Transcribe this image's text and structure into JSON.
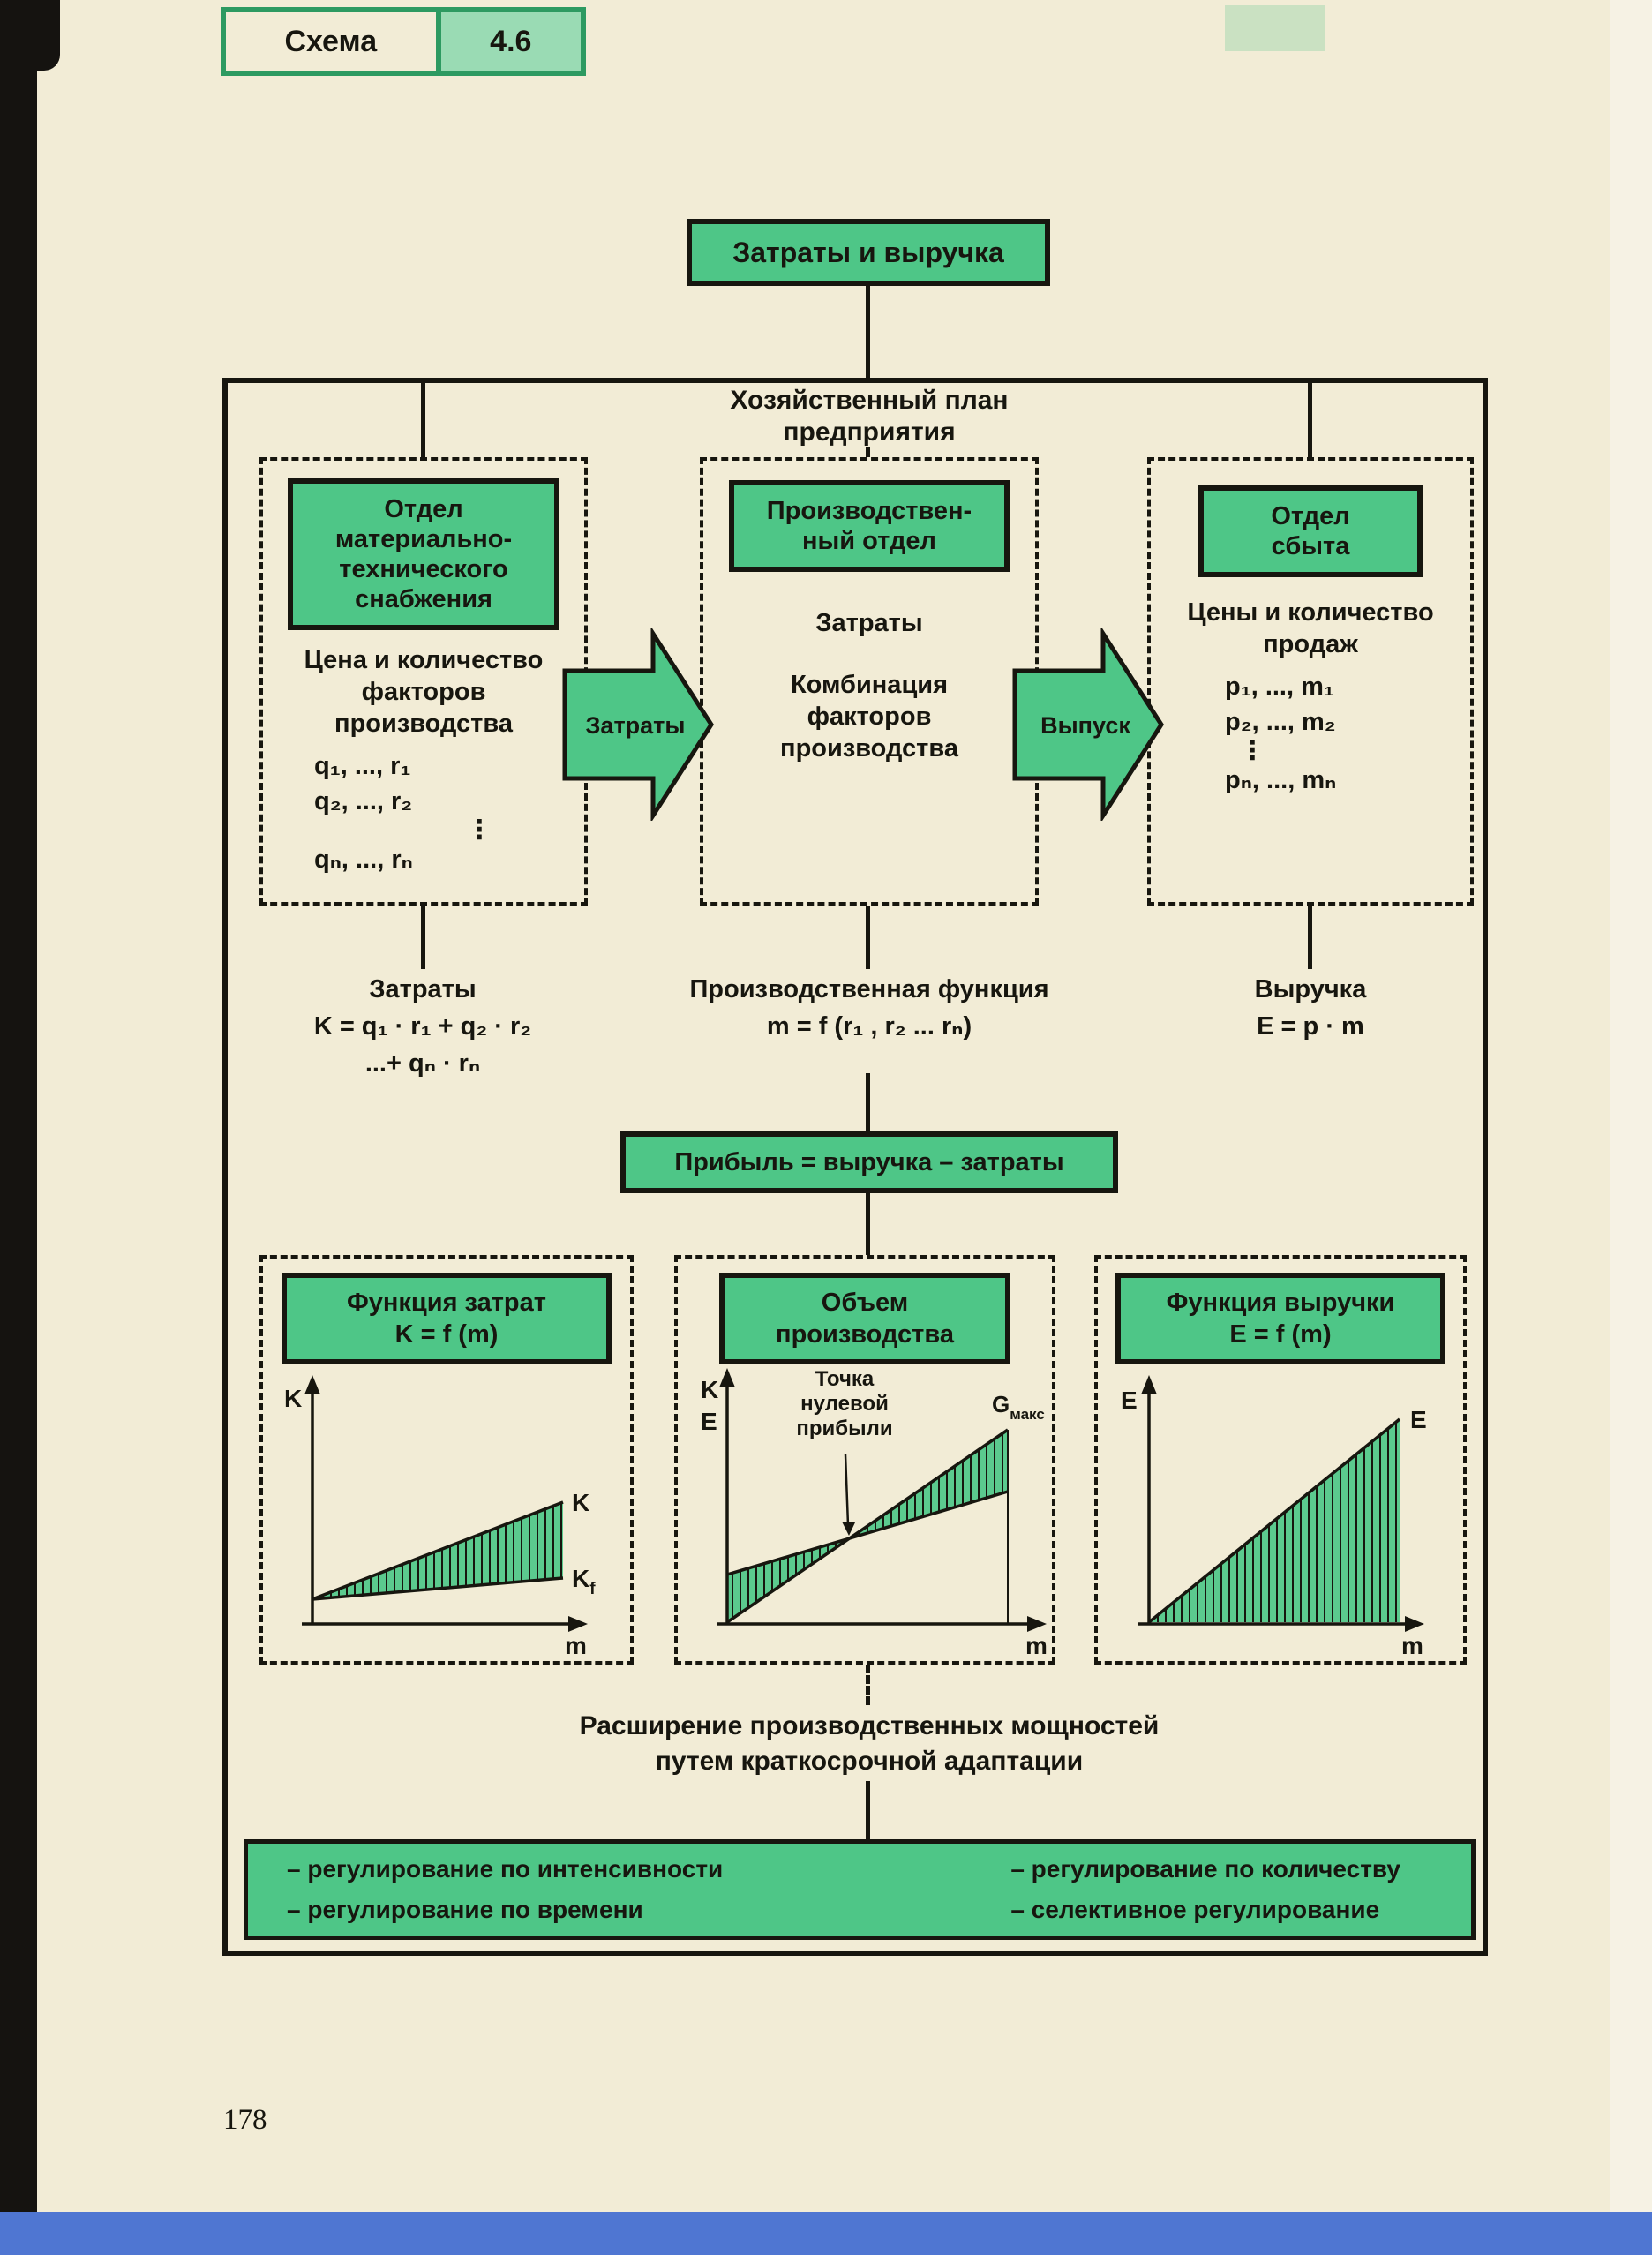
{
  "page": {
    "number": "178"
  },
  "header": {
    "scheme_label": "Схема",
    "scheme_number": "4.6"
  },
  "diagram": {
    "title": "Затраты и выручка",
    "plan": "Хозяйственный план\nпредприятия",
    "supply_dept": {
      "title": "Отдел\nматериально-\nтехнического\nснабжения",
      "body": "Цена и количество\nфакторов\nпроизводства",
      "rows": [
        "q₁, ..., r₁",
        "q₂, ..., r₂",
        "⋮",
        "qₙ, ..., rₙ"
      ]
    },
    "production_dept": {
      "title": "Производствен-\nный отдел",
      "line1": "Затраты",
      "line2": "Комбинация\nфакторов\nпроизводства"
    },
    "sales_dept": {
      "title": "Отдел\nсбыта",
      "body": "Цены и количество\nпродаж",
      "rows": [
        "p₁, ..., m₁",
        "p₂, ..., m₂",
        "⋮",
        "pₙ, ..., mₙ"
      ]
    },
    "arrow_costs": "Затраты",
    "arrow_output": "Выпуск",
    "costs_formula": {
      "label": "Затраты",
      "line1": "K = q₁ · r₁ + q₂ · r₂",
      "line2": "...+ qₙ · rₙ"
    },
    "production_function": {
      "label": "Производственная функция",
      "line1": "m = f (r₁ , r₂ ... rₙ)"
    },
    "revenue_formula": {
      "label": "Выручка",
      "line1": "E = p · m"
    },
    "profit": "Прибыль = выручка – затраты",
    "cost_chart": {
      "type": "line",
      "title": "Функция затрат\nK = f (m)",
      "y_axis": "K",
      "x_axis": "m",
      "total_label": "K",
      "fixed_base": "K",
      "fixed_sub": "f"
    },
    "volume_chart": {
      "type": "line",
      "title": "Объем\nпроизводства",
      "y_axis_1": "K",
      "y_axis_2": "E",
      "x_axis": "m",
      "annotation_1": "Точка",
      "annotation_2": "нулевой",
      "annotation_3": "прибыли",
      "max_base": "G",
      "max_sub": "макс"
    },
    "revenue_chart": {
      "type": "line",
      "title": "Функция выручки\nE = f (m)",
      "y_axis": "E",
      "x_axis": "m",
      "line_label": "E"
    },
    "expansion": "Расширение производственных мощностей\nпутем краткосрочной адаптации",
    "regulation": {
      "left": [
        "– регулирование по интенсивности",
        "– регулирование по времени"
      ],
      "right": [
        "– регулирование по количеству",
        "– селективное регулирование"
      ]
    }
  },
  "colors": {
    "green": "#4ec687",
    "paper": "#f2ecd6",
    "ink": "#17160f",
    "blue_edge": "#4f76d2"
  }
}
